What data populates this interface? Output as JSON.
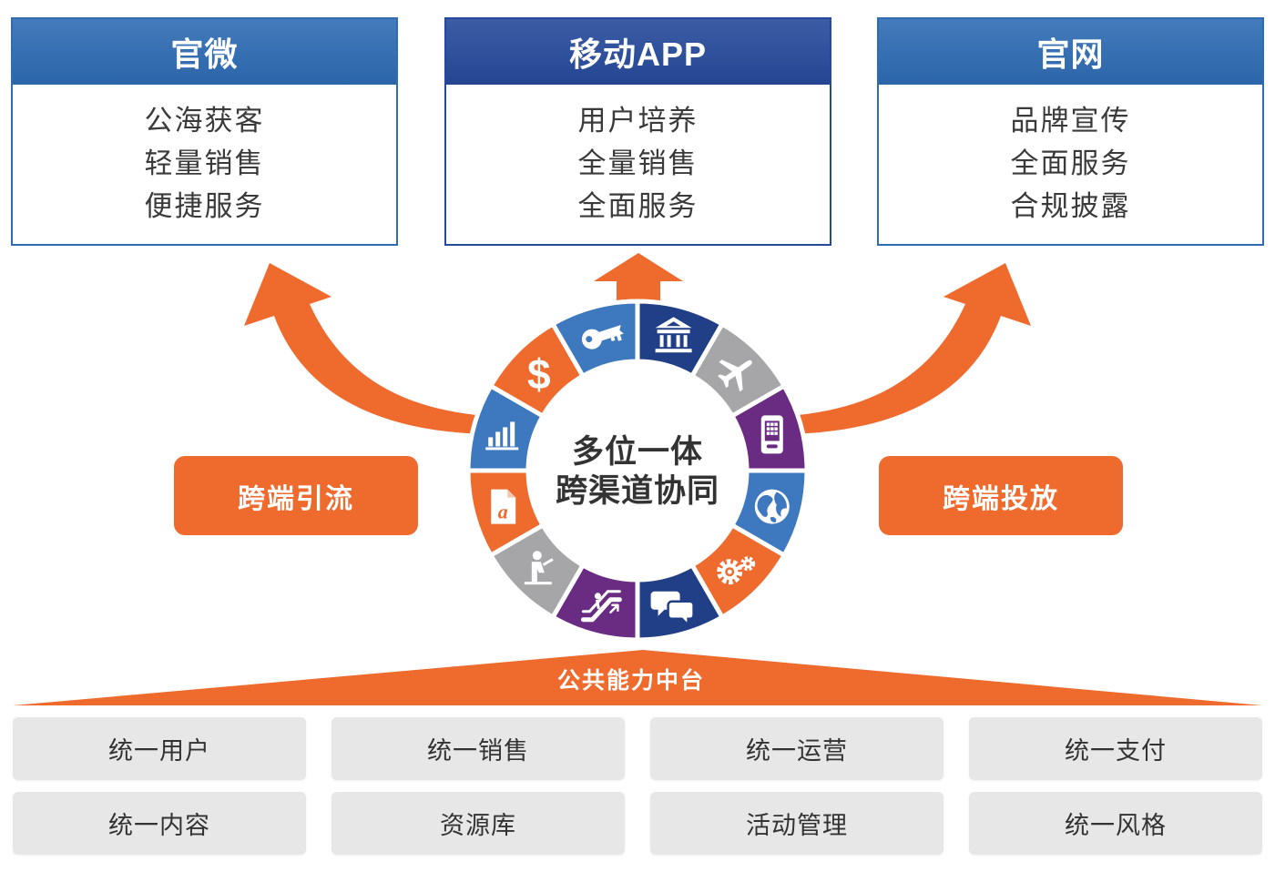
{
  "channels": [
    {
      "title": "官微",
      "items": [
        "公海获客",
        "轻量销售",
        "便捷服务"
      ],
      "header_color": "#2e6cb4"
    },
    {
      "title": "移动APP",
      "items": [
        "用户培养",
        "全量销售",
        "全面服务"
      ],
      "header_color": "#264a9b"
    },
    {
      "title": "官网",
      "items": [
        "品牌宣传",
        "全面服务",
        "合规披露"
      ],
      "header_color": "#2e6cb4"
    }
  ],
  "hub": {
    "line1": "多位一体",
    "line2": "跨渠道协同"
  },
  "flows": {
    "left": "跨端引流",
    "right": "跨端投放"
  },
  "ring_segments": [
    {
      "icon": "bank-icon",
      "color": "#213f86"
    },
    {
      "icon": "airplane-icon",
      "color": "#a6a6a8"
    },
    {
      "icon": "mobile-phone-icon",
      "color": "#6a2c83"
    },
    {
      "icon": "globe-icon",
      "color": "#3e79c0"
    },
    {
      "icon": "gears-icon",
      "color": "#ee6a2d"
    },
    {
      "icon": "chat-bubbles-icon",
      "color": "#213f86"
    },
    {
      "icon": "escalator-icon",
      "color": "#6a2c83"
    },
    {
      "icon": "person-reading-icon",
      "color": "#a6a6a8"
    },
    {
      "icon": "document-icon",
      "color": "#ee6a2d",
      "glyph": "a"
    },
    {
      "icon": "bar-chart-icon",
      "color": "#3e79c0"
    },
    {
      "icon": "dollar-icon",
      "color": "#ee6a2d",
      "glyph": "$"
    },
    {
      "icon": "key-icon",
      "color": "#3e79c0"
    }
  ],
  "platform": {
    "title": "公共能力中台",
    "modules": [
      [
        "统一用户",
        "统一销售",
        "统一运营",
        "统一支付"
      ],
      [
        "统一内容",
        "资源库",
        "活动管理",
        "统一风格"
      ]
    ]
  },
  "colors": {
    "accent": "#ee6a2d",
    "module_bg": "#e7e7e7",
    "text": "#3a3a3a"
  }
}
